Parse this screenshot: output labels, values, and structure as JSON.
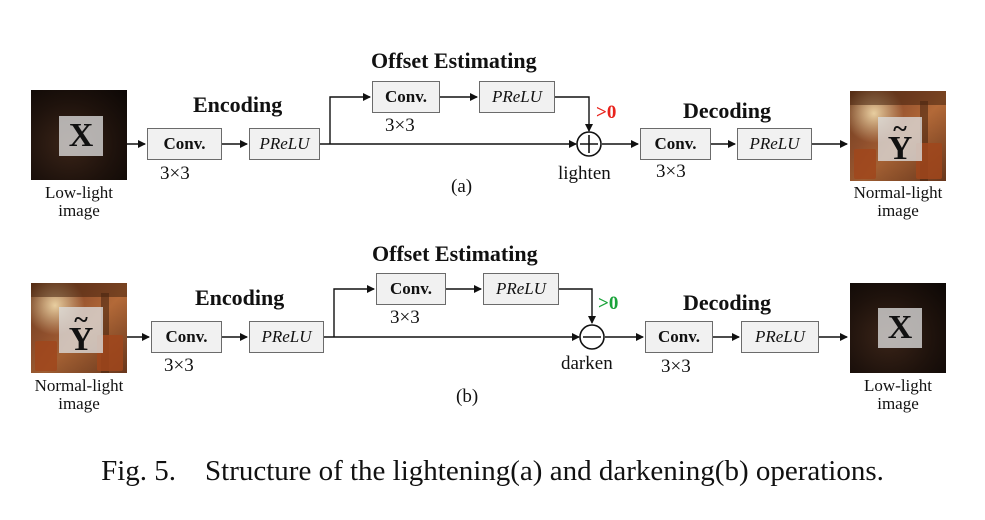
{
  "figure": {
    "caption": "Fig. 5.    Structure of the lightening(a) and darkening(b) operations."
  },
  "panel_a": {
    "input_caption": [
      "Low-light",
      "image"
    ],
    "input_symbol": "X",
    "encoding_label": "Encoding",
    "offset_label": "Offset Estimating",
    "decoding_label": "Decoding",
    "conv_label": "Conv.",
    "prelu_label": "PReLU",
    "kernel": "3×3",
    "constraint": ">0",
    "constraint_color": "#e8231c",
    "operator_symbol": "+",
    "operator_label": "lighten",
    "sublabel": "(a)",
    "output_symbol": "Y",
    "output_tilde": "~",
    "output_caption": [
      "Normal-light",
      "image"
    ]
  },
  "panel_b": {
    "input_caption": [
      "Normal-light",
      "image"
    ],
    "input_symbol": "Y",
    "input_tilde": "~",
    "encoding_label": "Encoding",
    "offset_label": "Offset Estimating",
    "decoding_label": "Decoding",
    "conv_label": "Conv.",
    "prelu_label": "PReLU",
    "kernel": "3×3",
    "constraint": ">0",
    "constraint_color": "#1aa33a",
    "operator_symbol": "−",
    "operator_label": "darken",
    "sublabel": "(b)",
    "output_symbol": "X",
    "output_caption": [
      "Low-light",
      "image"
    ]
  }
}
